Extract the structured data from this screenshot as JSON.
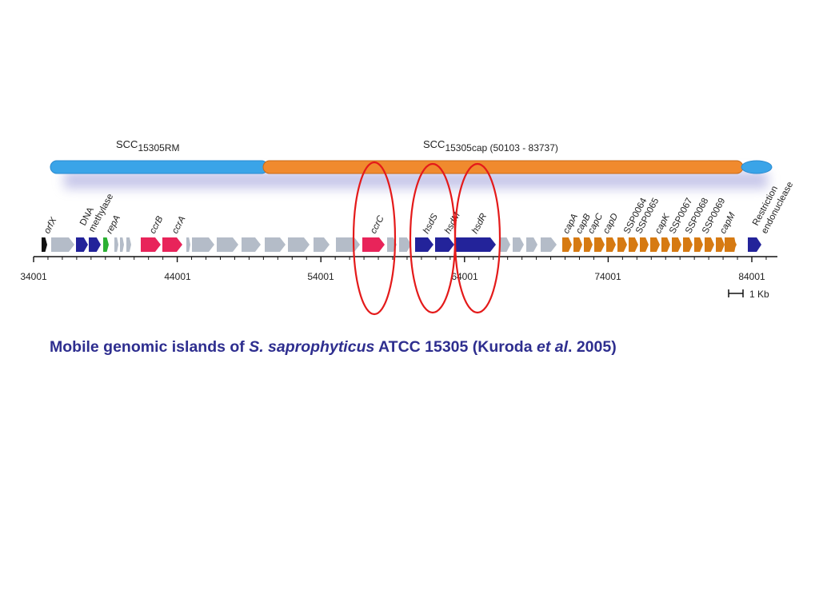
{
  "scc": {
    "rm": {
      "prefix": "SCC",
      "sub": "15305RM"
    },
    "cap": {
      "prefix": "SCC",
      "sub": "15305cap",
      "range": " (50103 - 83737)"
    }
  },
  "genes": {
    "orfX": "orfX",
    "dna": "DNA",
    "methylase": "methylase",
    "repA": "repA",
    "ccrB": "ccrB",
    "ccrA": "ccrA",
    "ccrC": "ccrC",
    "hsdS": "hsdS",
    "hsdM": "hsdM",
    "hsdR": "hsdR",
    "capA": "capA",
    "capB": "capB",
    "capC": "capC",
    "capD": "capD",
    "ssp0064": "SSP0064",
    "ssp0065": "SSP0065",
    "capK": "capK",
    "ssp0067": "SSP0067",
    "ssp0068": "SSP0068",
    "ssp0069": "SSP0069",
    "capM": "capM",
    "restriction": "Restriction",
    "endonuclease": "endonuclease"
  },
  "axis": {
    "ticks": [
      "34001",
      "44001",
      "54001",
      "64001",
      "74001",
      "84001"
    ],
    "scale_label": "1 Kb"
  },
  "caption": {
    "part1": " Mobile genomic islands of ",
    "species": "S. saprophyticus",
    "part2": " ATCC 15305 (Kuroda ",
    "etal": "et al",
    "part3": ". 2005)"
  },
  "colors": {
    "rm_bar": "#3aa4e8",
    "cap_bar": "#f08a2e",
    "gray_gene": "#b4bcc8",
    "orfx": "#111111",
    "methylase": "#23239a",
    "repA": "#2bb033",
    "ccr": "#e8245a",
    "hsd": "#23239a",
    "cap": "#d67a12",
    "restriction": "#23239a",
    "highlight": "#e41a1a",
    "caption": "#2e2e8f"
  }
}
